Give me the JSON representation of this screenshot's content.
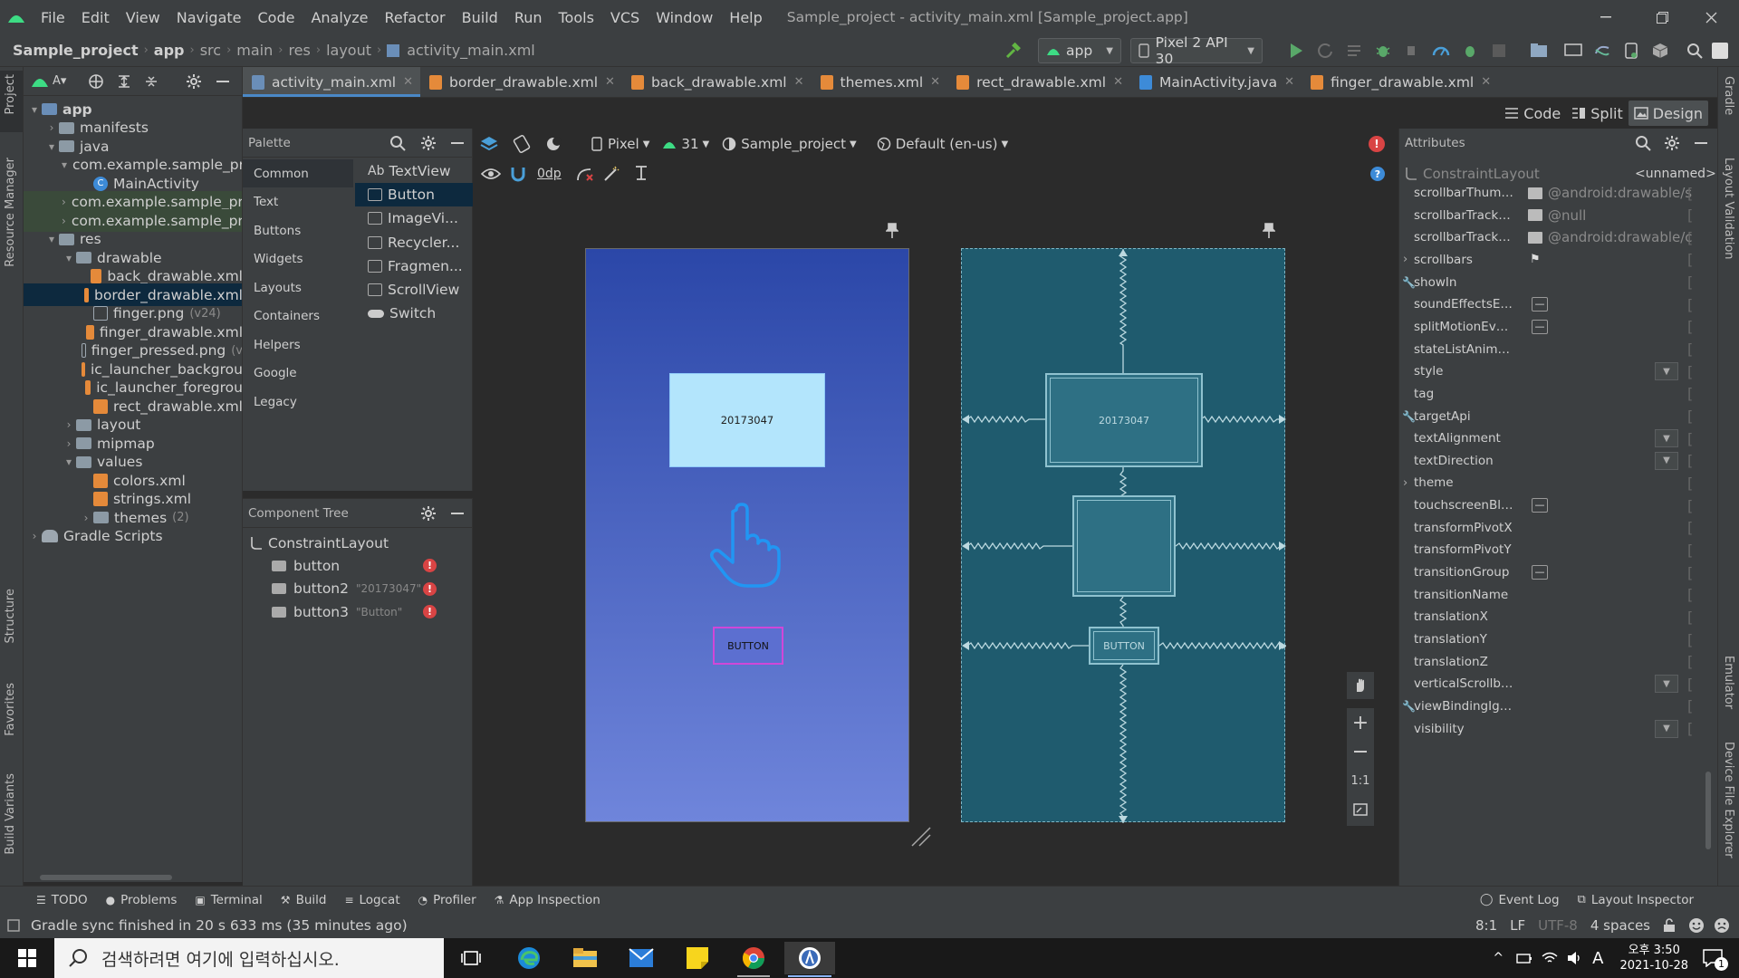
{
  "window": {
    "title": "Sample_project - activity_main.xml [Sample_project.app]",
    "menu": [
      "File",
      "Edit",
      "View",
      "Navigate",
      "Code",
      "Analyze",
      "Refactor",
      "Build",
      "Run",
      "Tools",
      "VCS",
      "Window",
      "Help"
    ]
  },
  "breadcrumb": [
    "Sample_project",
    "app",
    "src",
    "main",
    "res",
    "layout",
    "activity_main.xml"
  ],
  "toolbar": {
    "config": "app",
    "device": "Pixel 2 API 30"
  },
  "left_stripe": {
    "top": "Project",
    "middle": "Resource Manager",
    "structure": "Structure",
    "favorites": "Favorites",
    "variants": "Build Variants"
  },
  "right_stripe": {
    "gradle": "Gradle",
    "layout_validation": "Layout Validation",
    "emulator": "Emulator",
    "device_explorer": "Device File Explorer"
  },
  "project_tree": [
    {
      "label": "app",
      "depth": 0,
      "arrow": "▾",
      "icon": "folder-blue",
      "bold": true
    },
    {
      "label": "manifests",
      "depth": 1,
      "arrow": "›",
      "icon": "folder"
    },
    {
      "label": "java",
      "depth": 1,
      "arrow": "▾",
      "icon": "folder"
    },
    {
      "label": "com.example.sample_pro",
      "depth": 2,
      "arrow": "▾",
      "icon": "folder"
    },
    {
      "label": "MainActivity",
      "depth": 3,
      "arrow": "",
      "icon": "class"
    },
    {
      "label": "com.example.sample_pro",
      "depth": 2,
      "arrow": "›",
      "icon": "folder",
      "alt": true
    },
    {
      "label": "com.example.sample_pro",
      "depth": 2,
      "arrow": "›",
      "icon": "folder",
      "alt": true
    },
    {
      "label": "res",
      "depth": 1,
      "arrow": "▾",
      "icon": "folder"
    },
    {
      "label": "drawable",
      "depth": 2,
      "arrow": "▾",
      "icon": "folder"
    },
    {
      "label": "back_drawable.xml",
      "depth": 3,
      "arrow": "",
      "icon": "xml"
    },
    {
      "label": "border_drawable.xml",
      "depth": 3,
      "arrow": "",
      "icon": "xml",
      "selected": true
    },
    {
      "label": "finger.png",
      "depth": 3,
      "arrow": "",
      "icon": "image",
      "suffix": "(v24)"
    },
    {
      "label": "finger_drawable.xml",
      "depth": 3,
      "arrow": "",
      "icon": "xml"
    },
    {
      "label": "finger_pressed.png",
      "depth": 3,
      "arrow": "",
      "icon": "image",
      "suffix": "(v"
    },
    {
      "label": "ic_launcher_backgrou",
      "depth": 3,
      "arrow": "",
      "icon": "xml"
    },
    {
      "label": "ic_launcher_foregrou",
      "depth": 3,
      "arrow": "",
      "icon": "xml"
    },
    {
      "label": "rect_drawable.xml",
      "depth": 3,
      "arrow": "",
      "icon": "xml"
    },
    {
      "label": "layout",
      "depth": 2,
      "arrow": "›",
      "icon": "folder"
    },
    {
      "label": "mipmap",
      "depth": 2,
      "arrow": "›",
      "icon": "folder"
    },
    {
      "label": "values",
      "depth": 2,
      "arrow": "▾",
      "icon": "folder"
    },
    {
      "label": "colors.xml",
      "depth": 3,
      "arrow": "",
      "icon": "xml"
    },
    {
      "label": "strings.xml",
      "depth": 3,
      "arrow": "",
      "icon": "xml"
    },
    {
      "label": "themes",
      "depth": 3,
      "arrow": "›",
      "icon": "folder",
      "suffix": "(2)"
    },
    {
      "label": "Gradle Scripts",
      "depth": 0,
      "arrow": "›",
      "icon": "gradle"
    }
  ],
  "tabs": [
    {
      "label": "activity_main.xml",
      "active": true,
      "icon_color": "#6a8eb8"
    },
    {
      "label": "border_drawable.xml",
      "icon_color": "#e58a3a"
    },
    {
      "label": "back_drawable.xml",
      "icon_color": "#e58a3a"
    },
    {
      "label": "themes.xml",
      "icon_color": "#e58a3a"
    },
    {
      "label": "rect_drawable.xml",
      "icon_color": "#e58a3a"
    },
    {
      "label": "MainActivity.java",
      "icon_color": "#3d8bd8"
    },
    {
      "label": "finger_drawable.xml",
      "icon_color": "#e58a3a"
    }
  ],
  "view_modes": {
    "code": "Code",
    "split": "Split",
    "design": "Design"
  },
  "palette": {
    "title": "Palette",
    "categories": [
      "Common",
      "Text",
      "Buttons",
      "Widgets",
      "Layouts",
      "Containers",
      "Helpers",
      "Google",
      "Legacy"
    ],
    "items": [
      "TextView",
      "Button",
      "ImageVi...",
      "Recycler...",
      "Fragmen...",
      "ScrollView",
      "Switch"
    ],
    "textview_prefix": "Ab"
  },
  "component_tree": {
    "title": "Component Tree",
    "root": "ConstraintLayout",
    "children": [
      {
        "label": "button",
        "hint": ""
      },
      {
        "label": "button2",
        "hint": "\"20173047\""
      },
      {
        "label": "button3",
        "hint": "\"Button\""
      }
    ]
  },
  "canvas_toolbar": {
    "device": "Pixel",
    "api": "31",
    "theme": "Sample_project",
    "locale": "Default (en-us)",
    "margin": "0dp"
  },
  "preview": {
    "button2_text": "20173047",
    "button3_text": "BUTTON",
    "zoom_fit": "1:1"
  },
  "attributes": {
    "title": "Attributes",
    "component": "ConstraintLayout",
    "id_value": "<unnamed>",
    "rows": [
      {
        "name": "scrollbarThumbV...",
        "value": "@android:drawable/s",
        "kind": "img"
      },
      {
        "name": "scrollbarTrackHor...",
        "value": "@null",
        "kind": "img"
      },
      {
        "name": "scrollbarTrackVer...",
        "value": "@android:drawable/c",
        "kind": "img"
      },
      {
        "name": "scrollbars",
        "value": "",
        "kind": "flag",
        "expand": true
      },
      {
        "name": "showIn",
        "value": "",
        "kind": "wrench"
      },
      {
        "name": "soundEffectsEnab...",
        "value": "",
        "kind": "minus"
      },
      {
        "name": "splitMotionEvents",
        "value": "",
        "kind": "minus"
      },
      {
        "name": "stateListAnimator",
        "value": "",
        "kind": ""
      },
      {
        "name": "style",
        "value": "",
        "kind": "dd"
      },
      {
        "name": "tag",
        "value": "",
        "kind": ""
      },
      {
        "name": "targetApi",
        "value": "",
        "kind": "wrench"
      },
      {
        "name": "textAlignment",
        "value": "",
        "kind": "dd"
      },
      {
        "name": "textDirection",
        "value": "",
        "kind": "dd"
      },
      {
        "name": "theme",
        "value": "",
        "kind": "",
        "expand": true
      },
      {
        "name": "touchscreenBlock...",
        "value": "",
        "kind": "minus"
      },
      {
        "name": "transformPivotX",
        "value": "",
        "kind": ""
      },
      {
        "name": "transformPivotY",
        "value": "",
        "kind": ""
      },
      {
        "name": "transitionGroup",
        "value": "",
        "kind": "minus"
      },
      {
        "name": "transitionName",
        "value": "",
        "kind": ""
      },
      {
        "name": "translationX",
        "value": "",
        "kind": ""
      },
      {
        "name": "translationY",
        "value": "",
        "kind": ""
      },
      {
        "name": "translationZ",
        "value": "",
        "kind": ""
      },
      {
        "name": "verticalScrollbarP...",
        "value": "",
        "kind": "dd"
      },
      {
        "name": "viewBindingIgnor...",
        "value": "",
        "kind": "wrench"
      },
      {
        "name": "visibility",
        "value": "",
        "kind": "dd"
      }
    ]
  },
  "bottom_tools": [
    "TODO",
    "Problems",
    "Terminal",
    "Build",
    "Logcat",
    "Profiler",
    "App Inspection"
  ],
  "bottom_right": [
    "Event Log",
    "Layout Inspector"
  ],
  "status": {
    "message": "Gradle sync finished in 20 s 633 ms (35 minutes ago)",
    "pos": "8:1",
    "eol": "LF",
    "enc": "UTF-8",
    "indent": "4 spaces"
  },
  "taskbar": {
    "search_placeholder": "검색하려면 여기에 입력하십시오.",
    "time": "오후 3:50",
    "date": "2021-10-28",
    "lang": "A",
    "notif": "1"
  }
}
